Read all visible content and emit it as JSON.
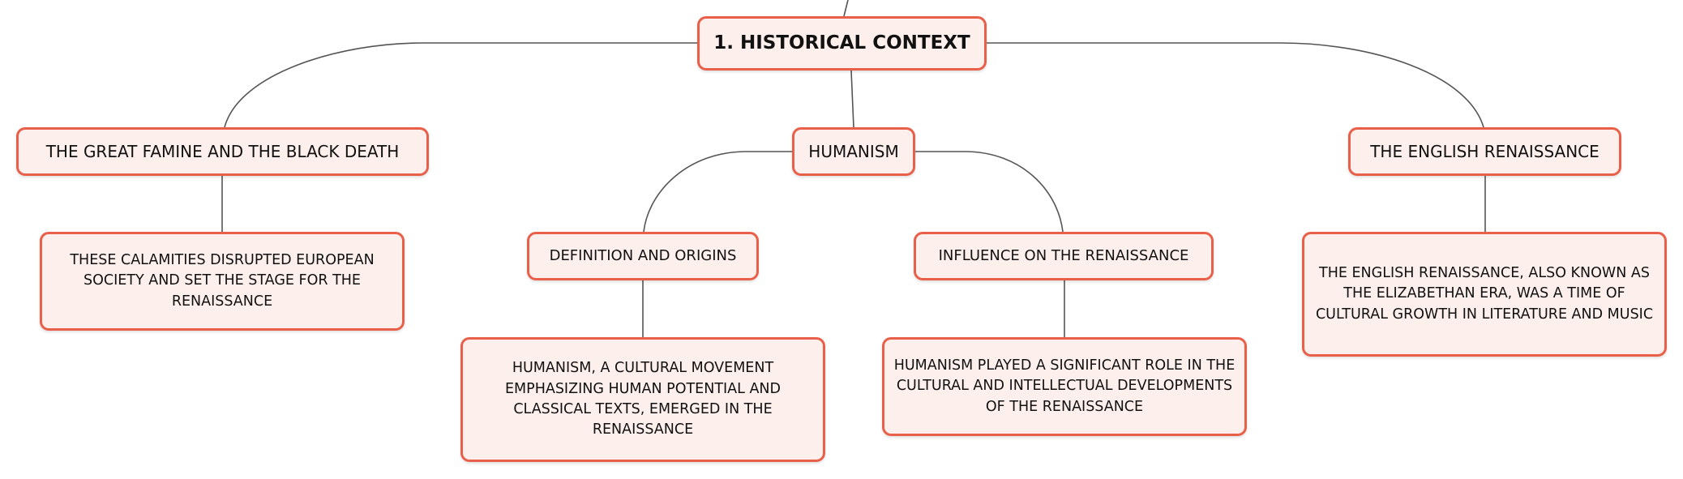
{
  "diagram": {
    "root": {
      "label": "1. HISTORICAL CONTEXT"
    },
    "branches": [
      {
        "label": "THE GREAT FAMINE AND THE BLACK DEATH",
        "detail": "THESE CALAMITIES DISRUPTED EUROPEAN SOCIETY AND SET THE STAGE FOR THE RENAISSANCE"
      },
      {
        "label": "HUMANISM",
        "children": [
          {
            "label": "DEFINITION AND ORIGINS",
            "detail": "HUMANISM, A CULTURAL MOVEMENT EMPHASIZING HUMAN POTENTIAL AND CLASSICAL TEXTS, EMERGED IN THE RENAISSANCE"
          },
          {
            "label": "INFLUENCE ON THE RENAISSANCE",
            "detail": "HUMANISM PLAYED A SIGNIFICANT ROLE IN THE CULTURAL AND INTELLECTUAL DEVELOPMENTS OF THE RENAISSANCE"
          }
        ]
      },
      {
        "label": "THE ENGLISH RENAISSANCE",
        "detail": "THE ENGLISH RENAISSANCE, ALSO KNOWN AS THE ELIZABETHAN ERA, WAS A TIME OF CULTURAL GROWTH IN LITERATURE AND MUSIC"
      }
    ]
  },
  "colors": {
    "node_fill": "#fdf0ec",
    "node_border": "#e9604a",
    "connector": "#555555",
    "text": "#111111"
  }
}
